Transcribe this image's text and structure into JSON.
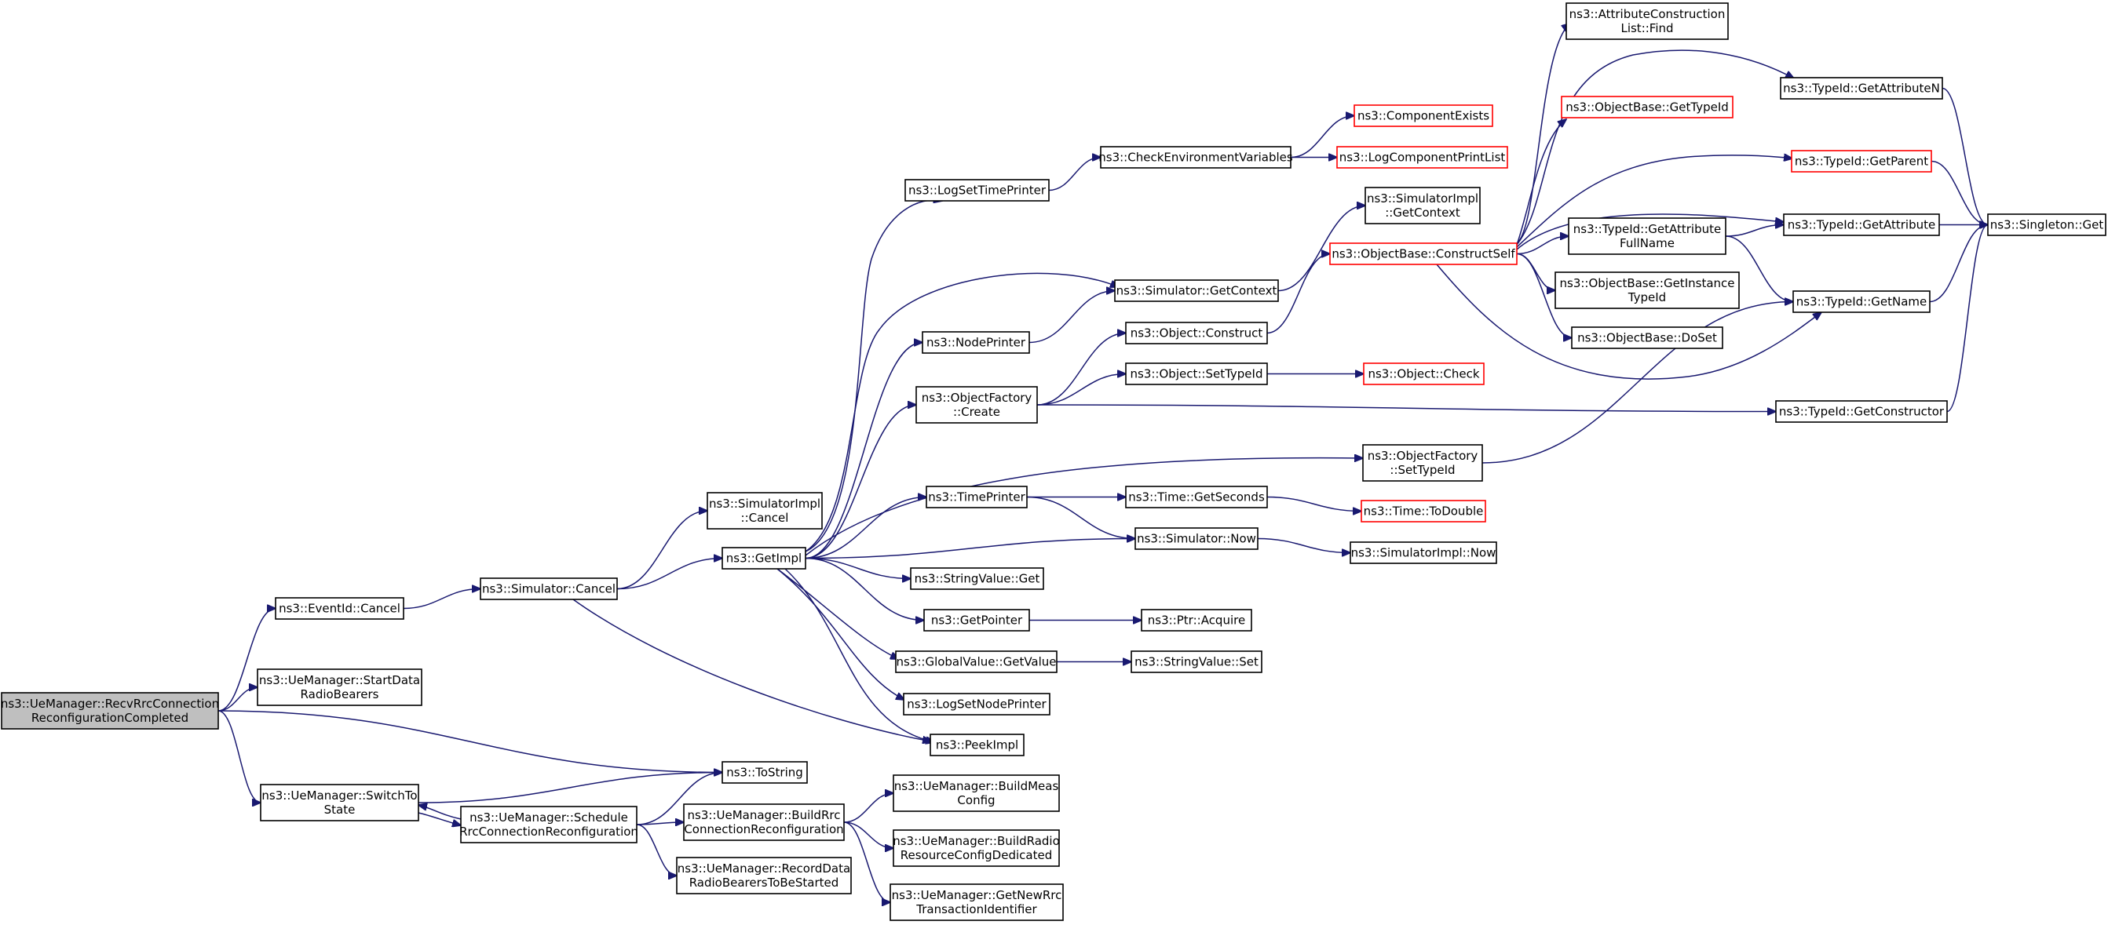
{
  "diagram": {
    "type": "call-graph",
    "colors": {
      "edge": "#191970",
      "node_border": "#000000",
      "node_border_incomplete": "#ff0000",
      "root_fill": "#bfbfbf",
      "node_fill": "#ffffff"
    },
    "nodes": [
      {
        "id": "root",
        "lines": [
          "ns3::UeManager::RecvRrcConnection",
          "ReconfigurationCompleted"
        ],
        "style": "root"
      },
      {
        "id": "eventid_cancel",
        "lines": [
          "ns3::EventId::Cancel"
        ],
        "style": "normal"
      },
      {
        "id": "start_data",
        "lines": [
          "ns3::UeManager::StartData",
          "RadioBearers"
        ],
        "style": "normal"
      },
      {
        "id": "switchto",
        "lines": [
          "ns3::UeManager::SwitchTo",
          "State"
        ],
        "style": "normal"
      },
      {
        "id": "sim_cancel",
        "lines": [
          "ns3::Simulator::Cancel"
        ],
        "style": "normal"
      },
      {
        "id": "schedule_rrc",
        "lines": [
          "ns3::UeManager::Schedule",
          "RrcConnectionReconfiguration"
        ],
        "style": "normal"
      },
      {
        "id": "simimpl_cancel",
        "lines": [
          "ns3::SimulatorImpl",
          "::Cancel"
        ],
        "style": "normal"
      },
      {
        "id": "getimpl",
        "lines": [
          "ns3::GetImpl"
        ],
        "style": "normal"
      },
      {
        "id": "tostring",
        "lines": [
          "ns3::ToString"
        ],
        "style": "normal"
      },
      {
        "id": "buildrrc",
        "lines": [
          "ns3::UeManager::BuildRrc",
          "ConnectionReconfiguration"
        ],
        "style": "normal"
      },
      {
        "id": "recorddata",
        "lines": [
          "ns3::UeManager::RecordData",
          "RadioBearersToBeStarted"
        ],
        "style": "normal"
      },
      {
        "id": "logsettime",
        "lines": [
          "ns3::LogSetTimePrinter"
        ],
        "style": "normal"
      },
      {
        "id": "nodeprinter",
        "lines": [
          "ns3::NodePrinter"
        ],
        "style": "normal"
      },
      {
        "id": "objfactory_create",
        "lines": [
          "ns3::ObjectFactory",
          "::Create"
        ],
        "style": "normal"
      },
      {
        "id": "timeprinter",
        "lines": [
          "ns3::TimePrinter"
        ],
        "style": "normal"
      },
      {
        "id": "stringvalue_get",
        "lines": [
          "ns3::StringValue::Get"
        ],
        "style": "normal"
      },
      {
        "id": "getpointer",
        "lines": [
          "ns3::GetPointer"
        ],
        "style": "normal"
      },
      {
        "id": "globalvalue_get",
        "lines": [
          "ns3::GlobalValue::GetValue"
        ],
        "style": "normal"
      },
      {
        "id": "logsetnode",
        "lines": [
          "ns3::LogSetNodePrinter"
        ],
        "style": "normal"
      },
      {
        "id": "peekimpl",
        "lines": [
          "ns3::PeekImpl"
        ],
        "style": "normal"
      },
      {
        "id": "buildmeas",
        "lines": [
          "ns3::UeManager::BuildMeas",
          "Config"
        ],
        "style": "normal"
      },
      {
        "id": "buildradio",
        "lines": [
          "ns3::UeManager::BuildRadio",
          "ResourceConfigDedicated"
        ],
        "style": "normal"
      },
      {
        "id": "getnewrrc",
        "lines": [
          "ns3::UeManager::GetNewRrc",
          "TransactionIdentifier"
        ],
        "style": "normal"
      },
      {
        "id": "checkenv",
        "lines": [
          "ns3::CheckEnvironmentVariables"
        ],
        "style": "normal"
      },
      {
        "id": "sim_getcontext",
        "lines": [
          "ns3::Simulator::GetContext"
        ],
        "style": "normal"
      },
      {
        "id": "obj_construct",
        "lines": [
          "ns3::Object::Construct"
        ],
        "style": "normal"
      },
      {
        "id": "obj_settypeid",
        "lines": [
          "ns3::Object::SetTypeId"
        ],
        "style": "normal"
      },
      {
        "id": "objfactory_settypeid",
        "lines": [
          "ns3::ObjectFactory",
          "::SetTypeId"
        ],
        "style": "normal"
      },
      {
        "id": "time_getseconds",
        "lines": [
          "ns3::Time::GetSeconds"
        ],
        "style": "normal"
      },
      {
        "id": "sim_now",
        "lines": [
          "ns3::Simulator::Now"
        ],
        "style": "normal"
      },
      {
        "id": "ptr_acquire",
        "lines": [
          "ns3::Ptr::Acquire"
        ],
        "style": "normal"
      },
      {
        "id": "stringvalue_set",
        "lines": [
          "ns3::StringValue::Set"
        ],
        "style": "normal"
      },
      {
        "id": "component_exists",
        "lines": [
          "ns3::ComponentExists"
        ],
        "style": "incomplete"
      },
      {
        "id": "logcomp_print",
        "lines": [
          "ns3::LogComponentPrintList"
        ],
        "style": "incomplete"
      },
      {
        "id": "simimpl_getcontext",
        "lines": [
          "ns3::SimulatorImpl",
          "::GetContext"
        ],
        "style": "normal"
      },
      {
        "id": "constructself",
        "lines": [
          "ns3::ObjectBase::ConstructSelf"
        ],
        "style": "incomplete"
      },
      {
        "id": "obj_check",
        "lines": [
          "ns3::Object::Check"
        ],
        "style": "incomplete"
      },
      {
        "id": "time_todouble",
        "lines": [
          "ns3::Time::ToDouble"
        ],
        "style": "incomplete"
      },
      {
        "id": "simimpl_now",
        "lines": [
          "ns3::SimulatorImpl::Now"
        ],
        "style": "normal"
      },
      {
        "id": "attr_find",
        "lines": [
          "ns3::AttributeConstruction",
          "List::Find"
        ],
        "style": "normal"
      },
      {
        "id": "objbase_gettypeid",
        "lines": [
          "ns3::ObjectBase::GetTypeId"
        ],
        "style": "incomplete"
      },
      {
        "id": "typeid_getattrfull",
        "lines": [
          "ns3::TypeId::GetAttribute",
          "FullName"
        ],
        "style": "normal"
      },
      {
        "id": "objbase_getinstance",
        "lines": [
          "ns3::ObjectBase::GetInstance",
          "TypeId"
        ],
        "style": "normal"
      },
      {
        "id": "objbase_doset",
        "lines": [
          "ns3::ObjectBase::DoSet"
        ],
        "style": "normal"
      },
      {
        "id": "typeid_getattrn",
        "lines": [
          "ns3::TypeId::GetAttributeN"
        ],
        "style": "normal"
      },
      {
        "id": "typeid_getparent",
        "lines": [
          "ns3::TypeId::GetParent"
        ],
        "style": "incomplete"
      },
      {
        "id": "typeid_getattr",
        "lines": [
          "ns3::TypeId::GetAttribute"
        ],
        "style": "normal"
      },
      {
        "id": "typeid_getname",
        "lines": [
          "ns3::TypeId::GetName"
        ],
        "style": "normal"
      },
      {
        "id": "typeid_getconstructor",
        "lines": [
          "ns3::TypeId::GetConstructor"
        ],
        "style": "normal"
      },
      {
        "id": "singleton_get",
        "lines": [
          "ns3::Singleton::Get"
        ],
        "style": "normal"
      }
    ],
    "edges": [
      {
        "from": "root",
        "to": "eventid_cancel"
      },
      {
        "from": "root",
        "to": "start_data"
      },
      {
        "from": "root",
        "to": "tostring"
      },
      {
        "from": "root",
        "to": "switchto"
      },
      {
        "from": "eventid_cancel",
        "to": "sim_cancel"
      },
      {
        "from": "sim_cancel",
        "to": "simimpl_cancel"
      },
      {
        "from": "sim_cancel",
        "to": "getimpl"
      },
      {
        "from": "sim_cancel",
        "to": "peekimpl"
      },
      {
        "from": "switchto",
        "to": "tostring"
      },
      {
        "from": "switchto",
        "to": "schedule_rrc"
      },
      {
        "from": "schedule_rrc",
        "to": "switchto"
      },
      {
        "from": "schedule_rrc",
        "to": "tostring"
      },
      {
        "from": "schedule_rrc",
        "to": "buildrrc"
      },
      {
        "from": "schedule_rrc",
        "to": "recorddata"
      },
      {
        "from": "buildrrc",
        "to": "buildmeas"
      },
      {
        "from": "buildrrc",
        "to": "buildradio"
      },
      {
        "from": "buildrrc",
        "to": "getnewrrc"
      },
      {
        "from": "getimpl",
        "to": "logsettime"
      },
      {
        "from": "getimpl",
        "to": "nodeprinter"
      },
      {
        "from": "getimpl",
        "to": "objfactory_create"
      },
      {
        "from": "getimpl",
        "to": "timeprinter"
      },
      {
        "from": "getimpl",
        "to": "stringvalue_get"
      },
      {
        "from": "getimpl",
        "to": "getpointer"
      },
      {
        "from": "getimpl",
        "to": "globalvalue_get"
      },
      {
        "from": "getimpl",
        "to": "logsetnode"
      },
      {
        "from": "getimpl",
        "to": "peekimpl"
      },
      {
        "from": "getimpl",
        "to": "sim_getcontext"
      },
      {
        "from": "getimpl",
        "to": "objfactory_settypeid"
      },
      {
        "from": "getimpl",
        "to": "sim_now"
      },
      {
        "from": "logsettime",
        "to": "checkenv"
      },
      {
        "from": "checkenv",
        "to": "component_exists"
      },
      {
        "from": "checkenv",
        "to": "logcomp_print"
      },
      {
        "from": "nodeprinter",
        "to": "sim_getcontext"
      },
      {
        "from": "sim_getcontext",
        "to": "simimpl_getcontext"
      },
      {
        "from": "objfactory_create",
        "to": "obj_construct"
      },
      {
        "from": "objfactory_create",
        "to": "obj_settypeid"
      },
      {
        "from": "objfactory_create",
        "to": "typeid_getconstructor"
      },
      {
        "from": "obj_construct",
        "to": "constructself"
      },
      {
        "from": "obj_settypeid",
        "to": "obj_check"
      },
      {
        "from": "objfactory_settypeid",
        "to": "typeid_getname"
      },
      {
        "from": "timeprinter",
        "to": "time_getseconds"
      },
      {
        "from": "timeprinter",
        "to": "sim_now"
      },
      {
        "from": "time_getseconds",
        "to": "time_todouble"
      },
      {
        "from": "sim_now",
        "to": "simimpl_now"
      },
      {
        "from": "getpointer",
        "to": "ptr_acquire"
      },
      {
        "from": "globalvalue_get",
        "to": "stringvalue_set"
      },
      {
        "from": "constructself",
        "to": "attr_find"
      },
      {
        "from": "constructself",
        "to": "objbase_gettypeid"
      },
      {
        "from": "constructself",
        "to": "typeid_getattrn"
      },
      {
        "from": "constructself",
        "to": "typeid_getparent"
      },
      {
        "from": "constructself",
        "to": "typeid_getattr"
      },
      {
        "from": "constructself",
        "to": "typeid_getattrfull"
      },
      {
        "from": "constructself",
        "to": "objbase_getinstance"
      },
      {
        "from": "constructself",
        "to": "objbase_doset"
      },
      {
        "from": "constructself",
        "to": "typeid_getname"
      },
      {
        "from": "typeid_getattrfull",
        "to": "typeid_getattr"
      },
      {
        "from": "typeid_getattrfull",
        "to": "typeid_getname"
      },
      {
        "from": "typeid_getattrn",
        "to": "singleton_get"
      },
      {
        "from": "typeid_getparent",
        "to": "singleton_get"
      },
      {
        "from": "typeid_getattr",
        "to": "singleton_get"
      },
      {
        "from": "typeid_getname",
        "to": "singleton_get"
      },
      {
        "from": "typeid_getconstructor",
        "to": "singleton_get"
      }
    ]
  }
}
